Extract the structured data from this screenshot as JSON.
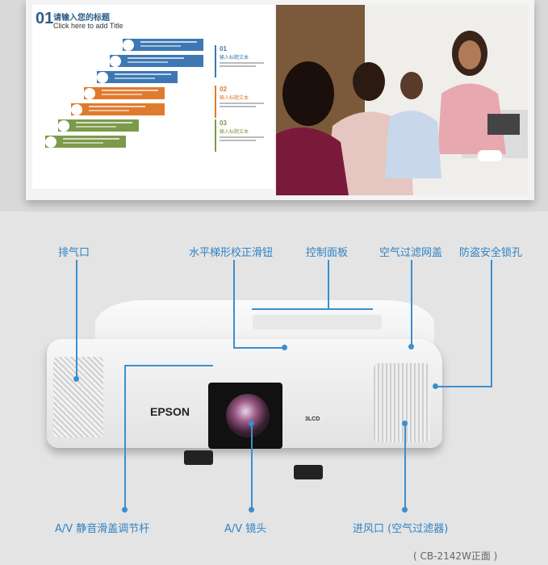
{
  "slide": {
    "number": "01",
    "title_cn": "请输入您的标题",
    "title_en": "Click here to add Title",
    "sections": [
      {
        "number": "01",
        "heading": "输入标题文本",
        "color": "#3d78b4"
      },
      {
        "number": "02",
        "heading": "输入标题文本",
        "color": "#e07a2e"
      },
      {
        "number": "03",
        "heading": "输入标题文本",
        "color": "#7c9a4a"
      }
    ],
    "step_colors": [
      "#3d78b4",
      "#3d78b4",
      "#3d78b4",
      "#e07a2e",
      "#e07a2e",
      "#7c9a4a",
      "#7c9a4a"
    ]
  },
  "projector": {
    "brand": "EPSON",
    "logo": "3LCD"
  },
  "labels": {
    "exhaust": "排气口",
    "keystone": "水平梯形校正滑钮",
    "control_panel": "控制面板",
    "filter_cover": "空气过滤网盖",
    "security_lock": "防盗安全锁孔",
    "av_mute": "A/V 静音滑盖调节杆",
    "lens": "A/V 镜头",
    "intake": "进风口 (空气过滤器)"
  },
  "caption": "( CB-2142W正面 )",
  "colors": {
    "label": "#2f82c4",
    "leader": "#3a8fd0"
  }
}
